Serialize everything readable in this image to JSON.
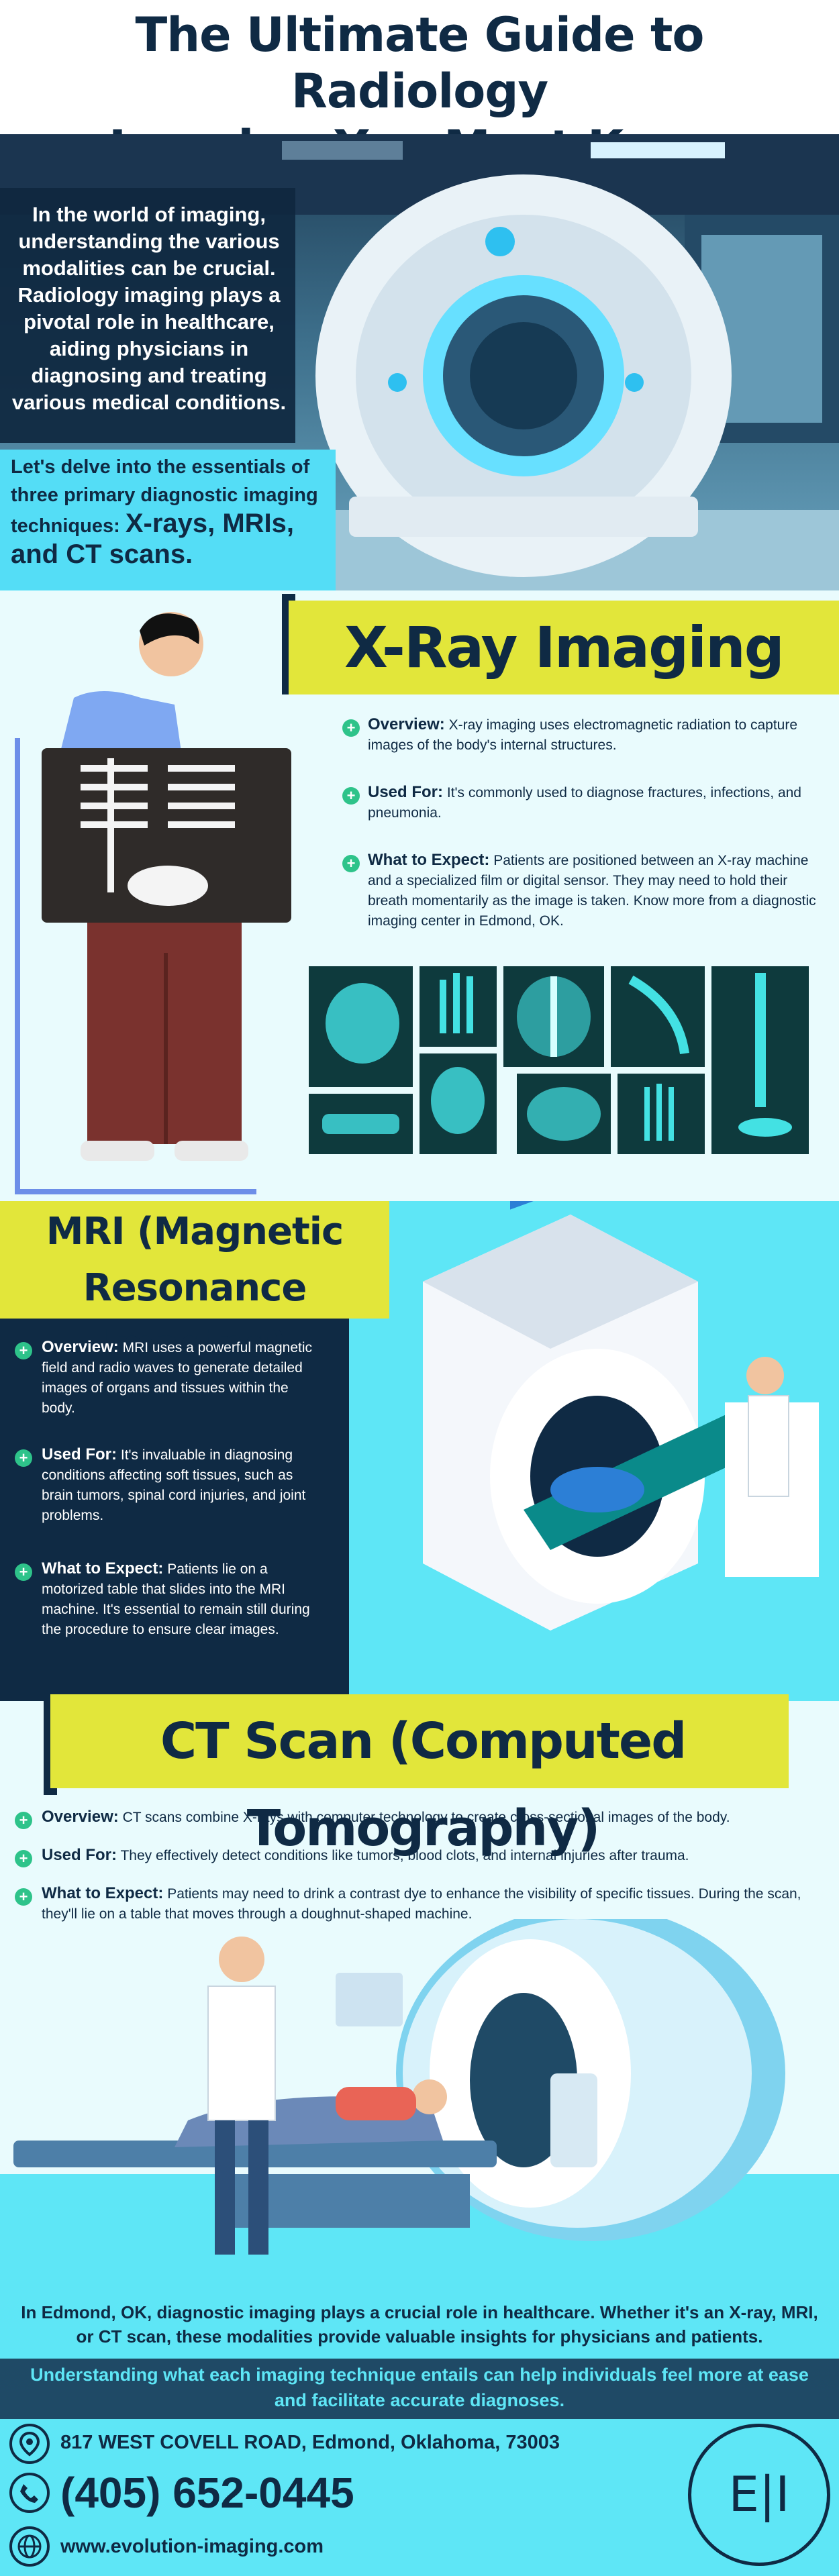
{
  "title": {
    "line1": "The Ultimate Guide to Radiology",
    "line2": "Imaging You Must Know"
  },
  "intro": {
    "text": "In the world of imaging, understanding the various modalities can be crucial. Radiology imaging plays a pivotal role in healthcare, aiding physicians in diagnosing and treating various medical conditions.",
    "delve_lead": "Let's delve into the essentials of three primary diagnostic imaging techniques:",
    "delve_strong": "X-rays, MRIs, and CT scans."
  },
  "xray": {
    "title": "X-Ray Imaging",
    "items": [
      {
        "label": "Overview:",
        "text": "X-ray imaging uses electromagnetic radiation to capture images of the body's internal structures."
      },
      {
        "label": "Used For:",
        "text": "It's commonly used to diagnose fractures, infections, and pneumonia."
      },
      {
        "label": "What to Expect:",
        "text": "Patients are positioned between an X-ray machine and a specialized film or digital sensor. They may need to hold their breath momentarily as the image is taken. Know more from a diagnostic imaging center in Edmond, OK."
      }
    ]
  },
  "mri": {
    "title_line1": "MRI (Magnetic",
    "title_line2": "Resonance Imaging)",
    "items": [
      {
        "label": "Overview:",
        "text": "MRI uses a powerful magnetic field and radio waves to generate detailed images of organs and tissues within the body."
      },
      {
        "label": "Used For:",
        "text": "It's invaluable in diagnosing conditions affecting soft tissues, such as brain tumors, spinal cord injuries, and joint problems."
      },
      {
        "label": "What to Expect:",
        "text": "Patients lie on a motorized table that slides into the MRI machine. It's essential to remain still during the procedure to ensure clear images."
      }
    ]
  },
  "ct": {
    "title": "CT Scan (Computed Tomography)",
    "items": [
      {
        "label": "Overview:",
        "text": "CT scans combine X-rays with computer technology to create cross-sectional images of the body."
      },
      {
        "label": "Used For:",
        "text": "They effectively detect conditions like tumors, blood clots, and internal injuries after trauma."
      },
      {
        "label": "What to Expect:",
        "text": "Patients may need to drink a contrast dye to enhance the visibility of specific tissues. During the scan, they'll lie on a table that moves through a doughnut-shaped machine."
      }
    ]
  },
  "summary": "In Edmond, OK, diagnostic imaging plays a crucial role in healthcare. Whether it's an X-ray, MRI, or CT scan, these modalities provide valuable insights for physicians and patients.",
  "band": "Understanding what each imaging technique entails can help individuals feel more at ease and facilitate accurate diagnoses.",
  "contact": {
    "address": "817 WEST COVELL ROAD, Edmond, Oklahoma, 73003",
    "phone": "(405) 652-0445",
    "website": "www.evolution-imaging.com",
    "logo": "E|I"
  },
  "colors": {
    "navy": "#0f2a44",
    "cyan": "#5ee6f6",
    "yellow": "#e2e63a",
    "green": "#2ec38a"
  }
}
